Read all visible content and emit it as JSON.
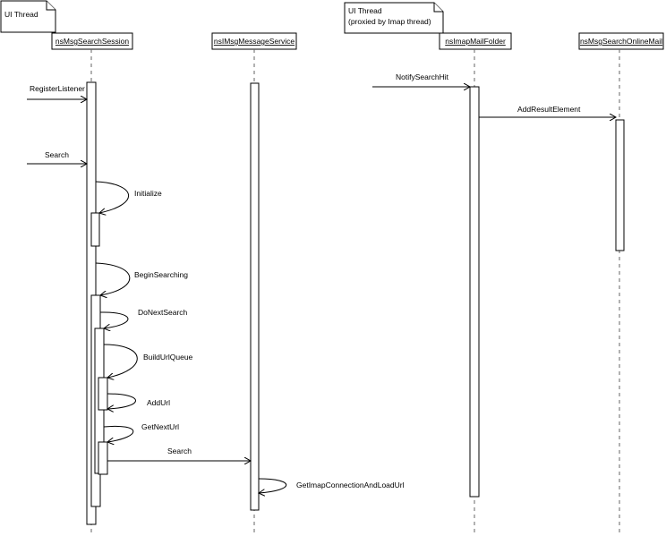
{
  "notes": [
    {
      "lines": [
        "UI Thread"
      ]
    },
    {
      "lines": [
        "UI Thread",
        "(proxied by Imap thread)"
      ]
    }
  ],
  "objects": [
    {
      "id": "session",
      "label": "nsMsgSearchSession"
    },
    {
      "id": "service",
      "label": "nsIMsgMessageService"
    },
    {
      "id": "folder",
      "label": "nsImapMailFolder"
    },
    {
      "id": "online",
      "label": "nsMsgSearchOnlineMail"
    }
  ],
  "messages": [
    {
      "label": "RegisterListener"
    },
    {
      "label": "Search"
    },
    {
      "label": "Initialize"
    },
    {
      "label": "BeginSearching"
    },
    {
      "label": "DoNextSearch"
    },
    {
      "label": "BuildUrlQueue"
    },
    {
      "label": "AddUrl"
    },
    {
      "label": "GetNextUrl"
    },
    {
      "label": "Search"
    },
    {
      "label": "GetImapConnectionAndLoadUrl"
    },
    {
      "label": "NotifySearchHit"
    },
    {
      "label": "AddResultElement"
    }
  ]
}
